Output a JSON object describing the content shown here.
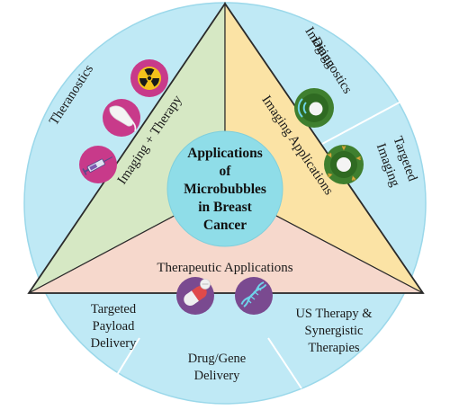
{
  "center": {
    "lines": [
      "Applications",
      "of",
      "Microbubbles",
      "in Breast",
      "Cancer"
    ]
  },
  "triangle_labels": {
    "imaging_therapy": "Imaging + Therapy",
    "imaging_applications": "Imaging Applications",
    "therapeutic_applications": "Therapeutic Applications"
  },
  "outer_labels": {
    "theranostics": "Theranostics",
    "imaging_diagnostics": [
      "Imaging",
      "Diagnostics"
    ],
    "targeted_imaging": [
      "Targeted",
      "Imaging"
    ],
    "targeted_payload": [
      "Targeted",
      "Payload",
      "Delivery"
    ],
    "drug_gene": [
      "Drug/Gene",
      "Delivery"
    ],
    "us_therapy": [
      "US Therapy &",
      "Synergistic",
      "Therapies"
    ]
  },
  "icons": {
    "radiation": "radiation-icon",
    "ultrasound_probe": "ultrasound-probe-icon",
    "syringe": "syringe-icon",
    "imaging_microbubble": "imaging-microbubble-icon",
    "targeted_microbubble": "targeted-microbubble-icon",
    "pill": "pill-capsule-icon",
    "dna": "dna-icon"
  },
  "colors": {
    "outer_circle": "#bfe9f5",
    "center_circle": "#8fdde8",
    "left_triangle": "#d6e8c4",
    "right_triangle": "#fbe3a5",
    "bottom_triangle": "#f6d8cc",
    "icon_magenta": "#c83a8a",
    "icon_green": "#3f7f2f",
    "icon_purple": "#7a4a90",
    "outline": "#2b2b2b"
  }
}
